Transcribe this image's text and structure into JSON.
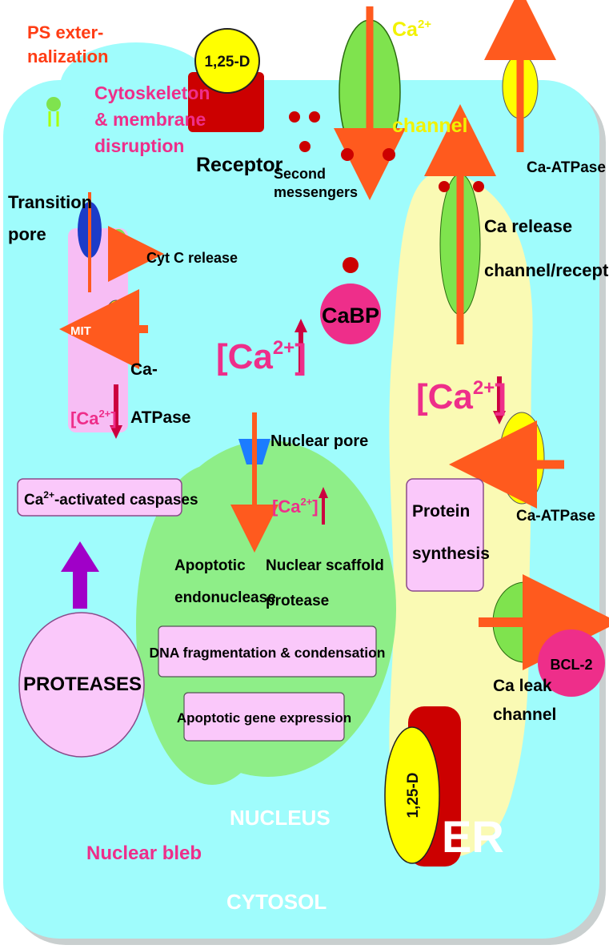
{
  "labels": {
    "ps_line1": "PS exter-",
    "ps_line2": "nalization",
    "cytoskeleton_line1": "Cytoskeleton",
    "cytoskeleton_line2": "& membrane",
    "cytoskeleton_line3": "disruption",
    "vitd_top": "1,25-D",
    "receptor": "Receptor",
    "second_line1": "Second",
    "second_line2": "messengers",
    "ca_channel_top": "Ca",
    "ca_channel_sup": "2+",
    "ca_channel_bottom": "channel",
    "ca_atpase_top": "Ca-ATPase",
    "transition_line1": "Transition",
    "transition_line2": "pore",
    "cytc_release": "Cyt C release",
    "mit": "MIT",
    "mit_atpase_line1": "Ca-",
    "mit_atpase_line2": "ATPase",
    "mit_ca_base": "[Ca",
    "mit_ca_sup": "2+",
    "mit_ca_end": "]",
    "cyto_ca_base": "[Ca",
    "cyto_ca_sup": "2+",
    "cyto_ca_end": "]",
    "cabp": "CaBP",
    "ca_release_line1": "Ca release",
    "ca_release_line2": "channel/receptor",
    "er_ca_base": "[Ca",
    "er_ca_sup": "2+",
    "er_ca_end": "]",
    "nuclear_pore": "Nuclear pore",
    "nuc_ca_base": "[Ca",
    "nuc_ca_sup": "2+",
    "nuc_ca_end": "]",
    "caspases_base": "Ca",
    "caspases_sup": "2+",
    "caspases_rest": "-activated caspases",
    "er_atpase": "Ca-ATPase",
    "protein_line1": "Protein",
    "protein_line2": "synthesis",
    "apoptotic_endo_line1": "Apoptotic",
    "apoptotic_endo_line2": "endonuclease",
    "scaffold_line1": "Nuclear scaffold",
    "scaffold_line2": "protease",
    "dna_frag": "DNA fragmentation & condensation",
    "proteases": "PROTEASES",
    "bcl2": "BCL-2",
    "ca_leak_line1": "Ca leak",
    "ca_leak_line2": "channel",
    "gene_expr": "Apoptotic gene expression",
    "vitd_bottom": "1,25-D",
    "er": "ER",
    "nucleus": "NUCLEUS",
    "nuclear_bleb": "Nuclear bleb",
    "cytosol": "CYTOSOL"
  },
  "colors": {
    "cytosol": "#9ffcfc",
    "cell_border": "#d9dede",
    "er": "#fafab4",
    "nucleus": "#8eee88",
    "mit": "#f7bdf4",
    "channel_green": "#7fe34e",
    "yellow": "#ffff00",
    "red_dark": "#cc0000",
    "arrow_fill": "#ff5a1e",
    "arrow_stroke": "#b20000",
    "magenta": "#ee2e8a",
    "pink_box": "#fac8fa",
    "purple_arrow": "#a000c8",
    "blue_pore": "#1c7cff",
    "white_label": "#ffffff",
    "yellow_label": "#f2f200"
  }
}
